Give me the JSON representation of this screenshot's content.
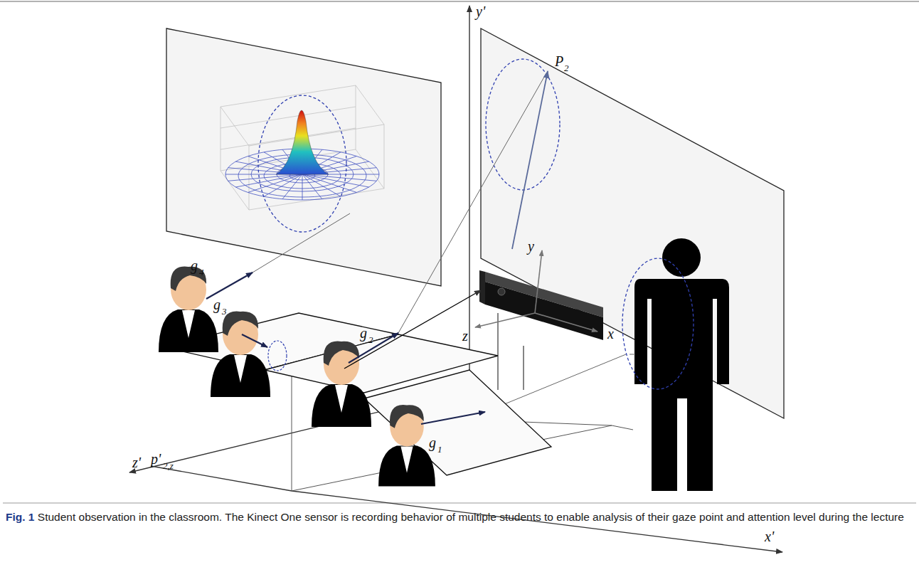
{
  "diagram": {
    "caption": "Student observation in the classroom. The Kinect One sensor is recording behavior of multiple students to enable analysis of their gaze point and attention level during the lecture",
    "labels": [
      "Fig. 1",
      "y'",
      "P",
      "2",
      "g",
      "4",
      "g",
      "3",
      "g",
      "2",
      "y",
      "x",
      "z",
      "g",
      "1",
      "z'",
      "p'",
      "2,z",
      "x'"
    ]
  }
}
